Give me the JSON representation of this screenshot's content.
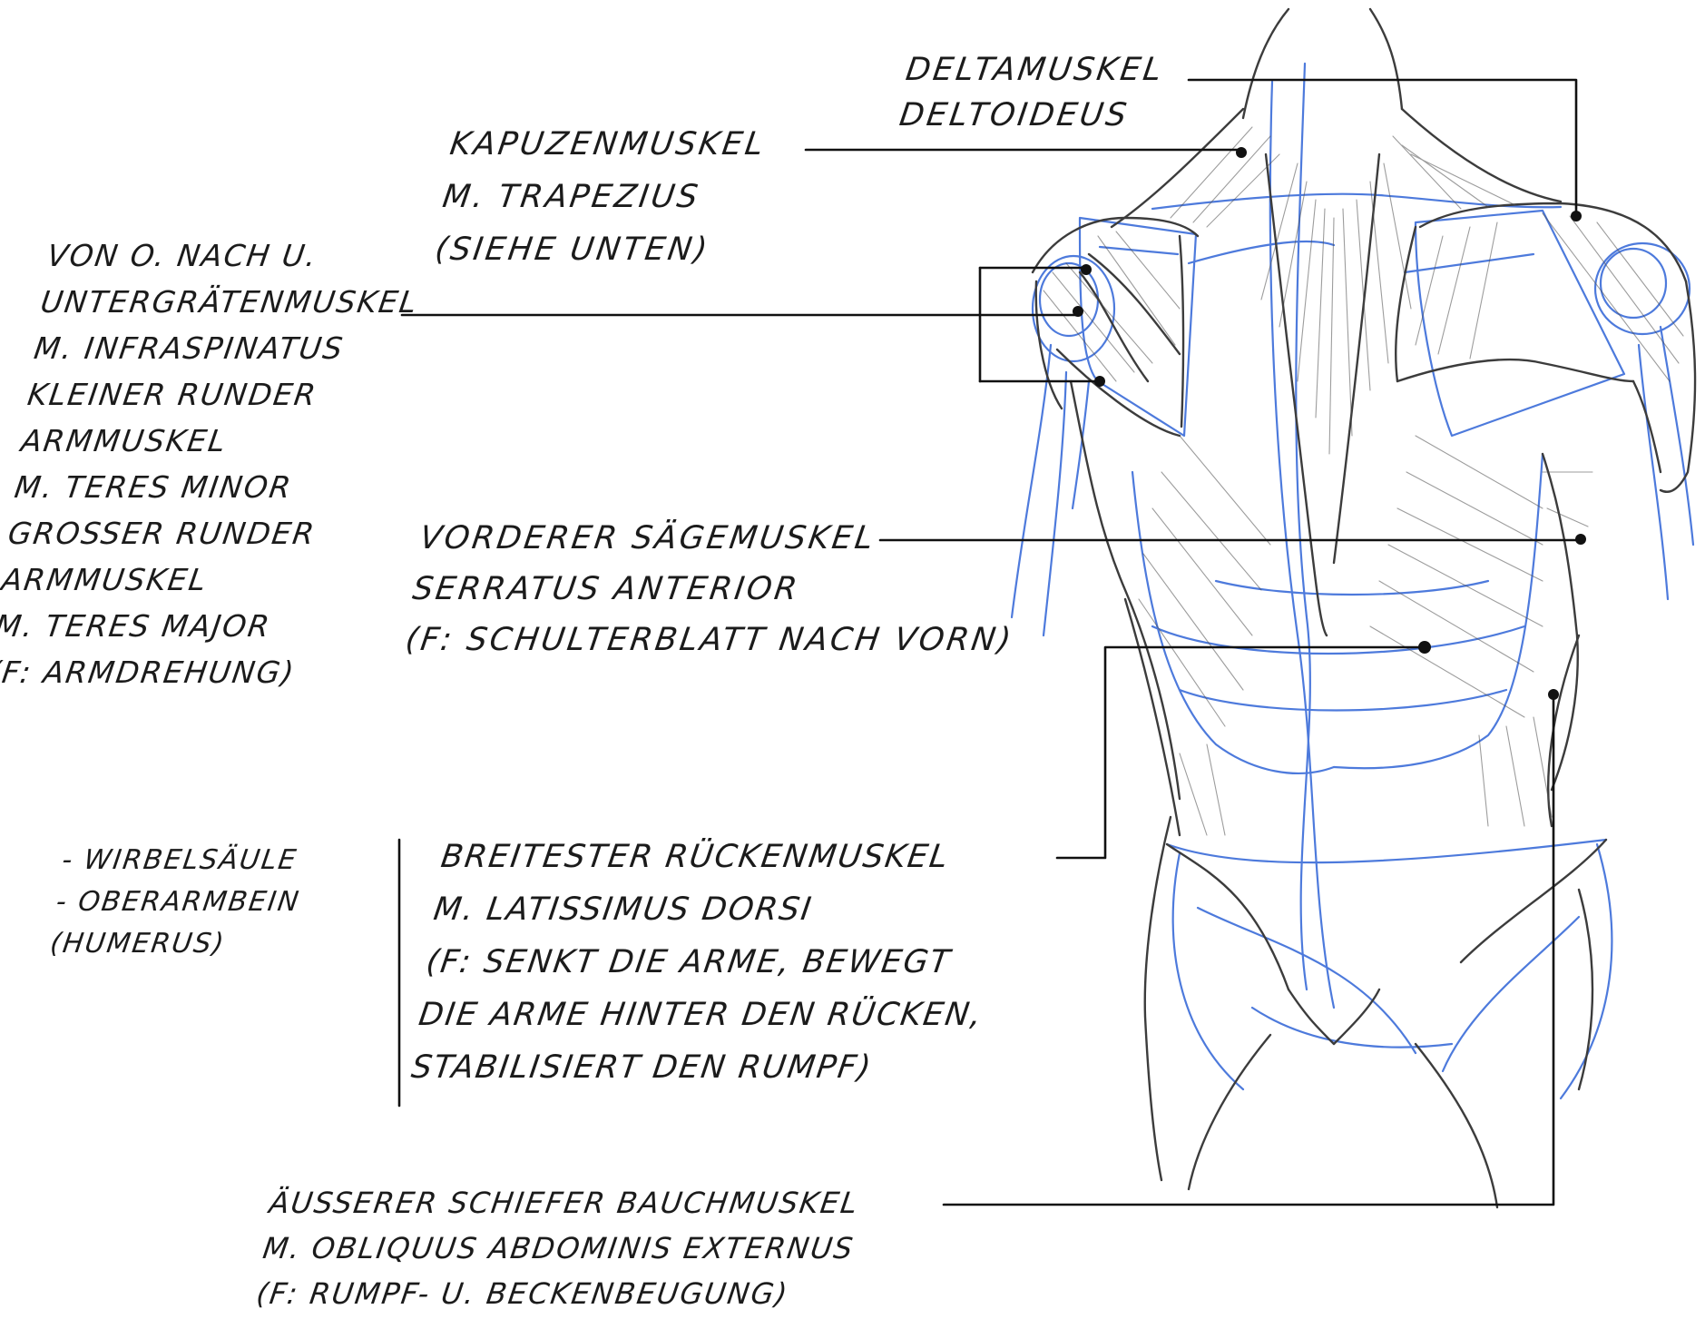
{
  "colors": {
    "ink": "#1b1b1b",
    "sketch_grey": "#5a5a5a",
    "construction_blue": "#2f63d6",
    "paper": "#ffffff"
  },
  "labels": {
    "deltoid": {
      "lines": [
        "DELTAMUSKEL",
        "DELTOIDEUS"
      ]
    },
    "trapezius": {
      "lines": [
        "KAPUZENMUSKEL",
        "M. TRAPEZIUS",
        "(SIEHE UNTEN)"
      ]
    },
    "rotator": {
      "lines": [
        "VON O. NACH U.",
        "UNTERGRÄTENMUSKEL",
        "M. INFRASPINATUS",
        "KLEINER RUNDER",
        "ARMMUSKEL",
        "M. TERES MINOR",
        "GROSSER RUNDER",
        "ARMMUSKEL",
        "M. TERES MAJOR",
        "(F: ARMDREHUNG)"
      ]
    },
    "serratus": {
      "lines": [
        "VORDERER SÄGEMUSKEL",
        "SERRATUS ANTERIOR",
        "(F: SCHULTERBLATT NACH VORN)"
      ]
    },
    "bones": {
      "lines": [
        "- WIRBELSÄULE",
        "- OBERARMBEIN",
        "(HUMERUS)"
      ]
    },
    "latissimus": {
      "lines": [
        "BREITESTER RÜCKENMUSKEL",
        "M. LATISSIMUS DORSI",
        "(F: SENKT DIE ARME, BEWEGT",
        "DIE ARME HINTER DEN RÜCKEN,",
        "STABILISIERT DEN RUMPF)"
      ]
    },
    "oblique": {
      "lines": [
        "ÄUSSERER SCHIEFER BAUCHMUSKEL",
        "M. OBLIQUUS ABDOMINIS EXTERNUS",
        "(F: RUMPF- U. BECKENBEUGUNG)"
      ]
    }
  }
}
